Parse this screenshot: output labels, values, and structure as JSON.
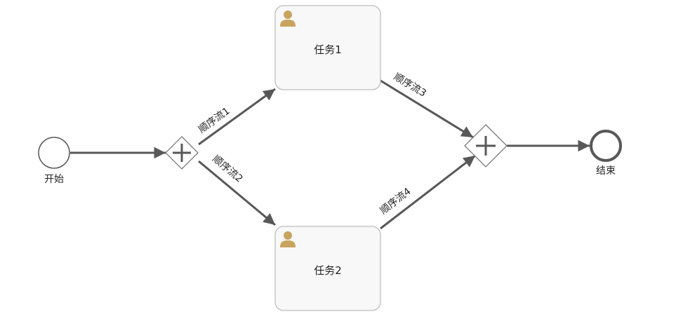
{
  "colors": {
    "stroke": "#585858",
    "task_fill": "#f8f8f8",
    "task_border": "#bdbdbd",
    "user_icon": "#c8a45e",
    "gateway_border": "#7a7a7a"
  },
  "events": {
    "start": {
      "label": "开始"
    },
    "end": {
      "label": "结束"
    }
  },
  "tasks": [
    {
      "label": "任务1",
      "icon": "user-icon"
    },
    {
      "label": "任务2",
      "icon": "user-icon"
    }
  ],
  "gateways": [
    {
      "type": "parallel",
      "icon": "plus-icon"
    },
    {
      "type": "parallel",
      "icon": "plus-icon"
    }
  ],
  "flows": [
    {
      "label": ""
    },
    {
      "label": "顺序流1"
    },
    {
      "label": "顺序流2"
    },
    {
      "label": "顺序流3"
    },
    {
      "label": "顺序流4"
    },
    {
      "label": ""
    }
  ]
}
